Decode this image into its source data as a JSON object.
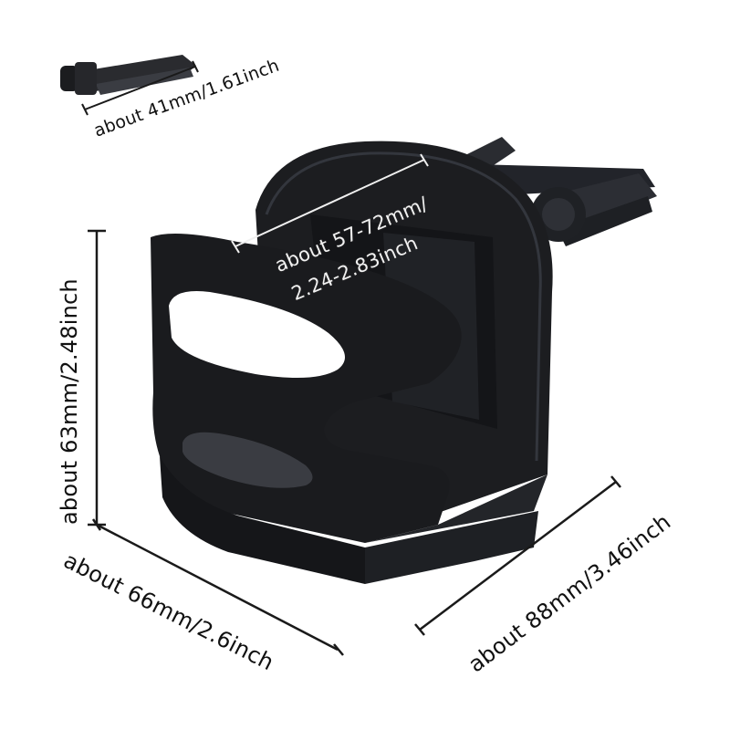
{
  "labels": {
    "clip_length": "about 41mm/1.61inch",
    "inner_diameter_line1": "about 57-72mm/",
    "inner_diameter_line2": "2.24-2.83inch",
    "height": "about 63mm/2.48inch",
    "width": "about 66mm/2.6inch",
    "depth": "about 88mm/3.46inch"
  },
  "colors": {
    "background": "#ffffff",
    "product": "#1c1d20",
    "product_highlight": "#2b2d33",
    "dimension_line": "#1a1a1a"
  }
}
